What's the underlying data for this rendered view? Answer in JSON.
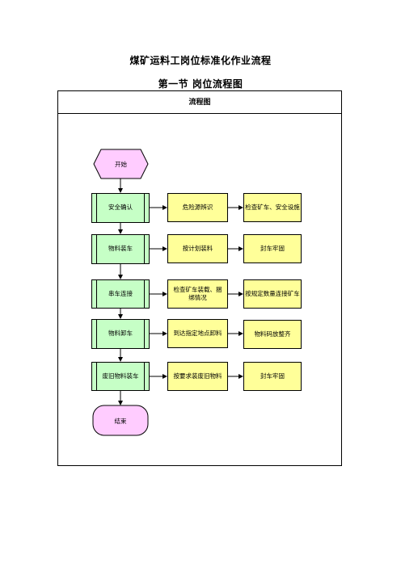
{
  "document": {
    "title": "煤矿运料工岗位标准化作业流程",
    "section_title": "第一节  岗位流程图",
    "table_header": "流程图"
  },
  "flowchart": {
    "start": "开始",
    "end": "结束",
    "steps": [
      {
        "label": "安全确认",
        "detail": "危险源辨识",
        "result": "检查矿车、安全设施"
      },
      {
        "label": "物料装车",
        "detail": "按计划装料",
        "result": "封车牢固"
      },
      {
        "label": "串车连接",
        "detail": "检查矿车装载、捆绑情况",
        "result": "按规定数量连接矿车"
      },
      {
        "label": "物料卸车",
        "detail": "到达指定地点卸料",
        "result": "物料码放整齐"
      },
      {
        "label": "废旧物料装车",
        "detail": "按要求装废旧物料",
        "result": "封车牢固"
      }
    ],
    "colors": {
      "terminal_fill": "#ffccff",
      "step_fill": "#c6ffc6",
      "detail_fill": "#ffff99"
    }
  }
}
